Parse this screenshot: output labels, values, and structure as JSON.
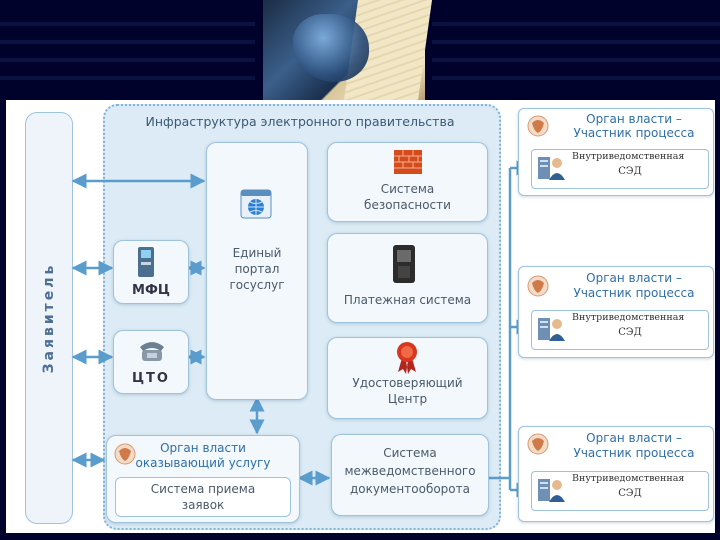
{
  "title": "Инфраструктура электронного правительства",
  "applicant": "Заявитель",
  "portal": {
    "line1": "Единый",
    "line2": "портал",
    "line3": "госуслуг"
  },
  "mfc": "МФЦ",
  "cto": "ЦТО",
  "security": {
    "line1": "Система",
    "line2": "безопасности"
  },
  "payment": "Платежная система",
  "cert_center": {
    "line1": "Удостоверяющий",
    "line2": "Центр"
  },
  "sedo": {
    "line1": "Система",
    "line2": "межведомственного",
    "line3": "документооборота"
  },
  "service_org": {
    "title1": "Орган власти",
    "title2": "оказывающий услугу",
    "inner1": "Система приема",
    "inner2": "заявок"
  },
  "participants": [
    {
      "title1": "Орган власти –",
      "title2": "Участник процесса",
      "sed1": "Внутриведомственная",
      "sed2": "СЭД"
    },
    {
      "title1": "Орган власти –",
      "title2": "Участник процесса",
      "sed1": "Внутриведомственная",
      "sed2": "СЭД"
    },
    {
      "title1": "Орган власти –",
      "title2": "Участник процесса",
      "sed1": "Внутриведомственная",
      "sed2": "СЭД"
    }
  ]
}
